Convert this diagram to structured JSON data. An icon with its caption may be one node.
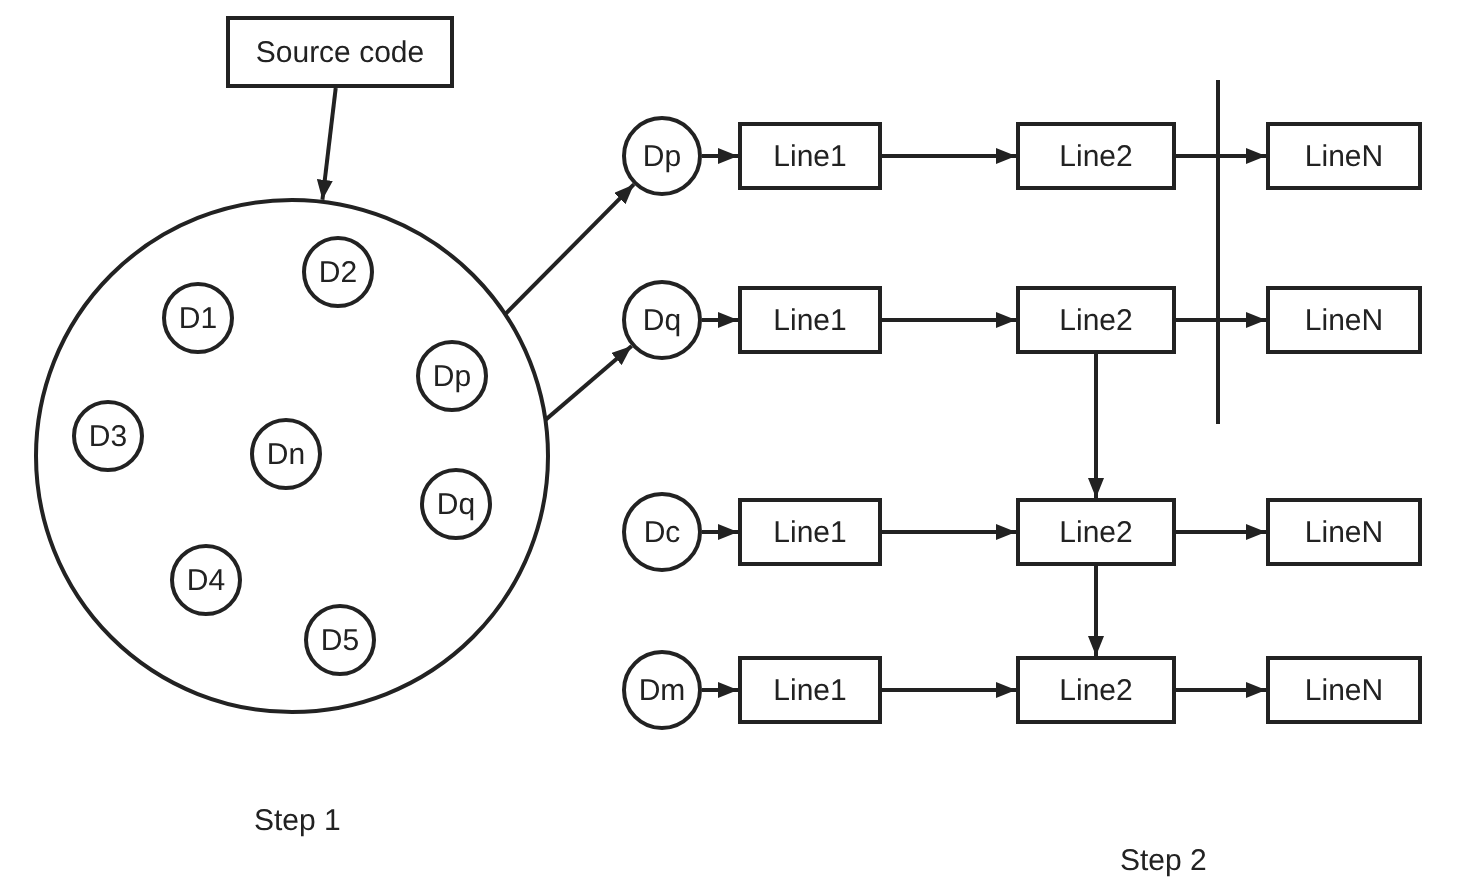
{
  "diagram": {
    "nodes": [
      {
        "text": [
          "Source code"
        ]
      },
      {
        "text": [],
        "shape": "circle"
      },
      {
        "text": [
          "D2"
        ],
        "in": 1
      },
      {
        "text": [
          "D1"
        ],
        "in": 1
      },
      {
        "text": [
          "Dp"
        ],
        "in": 1
      },
      {
        "text": [
          "D3"
        ],
        "in": 1
      },
      {
        "text": [
          "Dn"
        ],
        "in": 1
      },
      {
        "text": [
          "Dq"
        ],
        "in": 1
      },
      {
        "text": [
          "D4"
        ],
        "in": 1
      },
      {
        "text": [
          "D5"
        ],
        "in": 1
      },
      {
        "text": [
          "Dp"
        ]
      },
      {
        "text": [
          "Line1"
        ]
      },
      {
        "text": [
          "Line2"
        ]
      },
      {
        "text": [
          "LineN"
        ]
      },
      {
        "text": [
          "Dq"
        ]
      },
      {
        "text": [
          "Line1"
        ]
      },
      {
        "text": [
          "Line2"
        ]
      },
      {
        "text": [
          "LineN"
        ]
      },
      {
        "text": [
          "Dc"
        ]
      },
      {
        "text": [
          "Line1"
        ]
      },
      {
        "text": [
          "Line2"
        ]
      },
      {
        "text": [
          "LineN"
        ]
      },
      {
        "text": [
          "Dm"
        ]
      },
      {
        "text": [
          "Line1"
        ]
      },
      {
        "text": [
          "Line2"
        ]
      },
      {
        "text": [
          "LineN"
        ]
      }
    ],
    "edges": [
      {
        "from": 0,
        "to": 1,
        "arrow": "to"
      },
      {
        "from": 4,
        "to": 10,
        "arrow": "to"
      },
      {
        "from": 7,
        "to": 14,
        "arrow": "to"
      },
      {
        "from": 10,
        "to": 11,
        "arrow": "to"
      },
      {
        "from": 11,
        "to": 12,
        "arrow": "to"
      },
      {
        "from": 12,
        "to": 13,
        "arrow": "to"
      },
      {
        "from": 14,
        "to": 15,
        "arrow": "to"
      },
      {
        "from": 15,
        "to": 16,
        "arrow": "to"
      },
      {
        "from": 16,
        "to": 17,
        "arrow": "to"
      },
      {
        "from": 16,
        "to": 20,
        "arrow": "to"
      },
      {
        "from": 18,
        "to": 19,
        "arrow": "to"
      },
      {
        "from": 19,
        "to": 20,
        "arrow": "to"
      },
      {
        "from": 20,
        "to": 21,
        "arrow": "to"
      },
      {
        "from": 20,
        "to": 24,
        "arrow": "to"
      },
      {
        "from": 22,
        "to": 23,
        "arrow": "to"
      },
      {
        "from": 23,
        "to": 24,
        "arrow": "to"
      },
      {
        "from": 24,
        "to": 25,
        "arrow": "to"
      }
    ],
    "labels": [
      "Step 1",
      "Step 2"
    ]
  }
}
